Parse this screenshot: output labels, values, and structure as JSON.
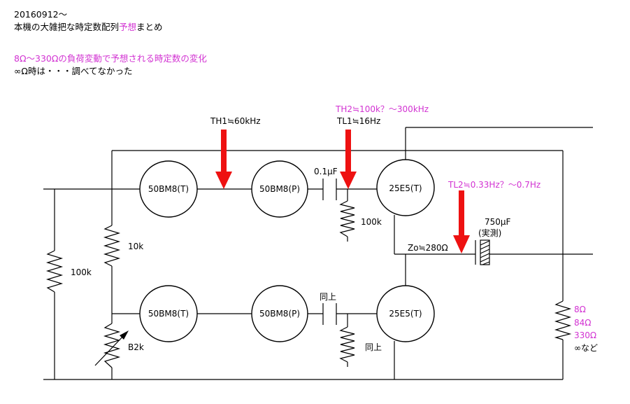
{
  "header": {
    "date": "20160912～",
    "title_prefix": "本機の大雑把な時定数配列",
    "title_highlight": "予想",
    "title_suffix": "まとめ",
    "load_change_note": "8Ω～330Ωの負荷変動で予想される時定数の変化",
    "infinite_note": "∞Ω時は・・・調べてなかった"
  },
  "tubes": {
    "v1": "50BM8(T)",
    "v2": "50BM8(P)",
    "v3": "25E5(T)",
    "v4": "50BM8(T)",
    "v5": "50BM8(P)",
    "v6": "25E5(T)"
  },
  "components": {
    "r_input": "100k",
    "r_bias": "10k",
    "vr": "B2k",
    "c_top": "0.1μF",
    "r_grid": "100k",
    "c_bottom": "同上",
    "r_grid_bottom": "同上",
    "c_output": "750μF",
    "c_output_note": "(実測)",
    "zo": "Zo≒280Ω"
  },
  "load": {
    "values": [
      "8Ω",
      "84Ω",
      "330Ω"
    ],
    "infinite": "∞など"
  },
  "annotations": {
    "th1": "TH1≒60kHz",
    "th2": "TH2≒100k？～300kHz",
    "tl1": "TL1≒16Hz",
    "tl2": "TL2≒0.33Hz？～0.7Hz"
  },
  "colors": {
    "highlight": "#d232d2",
    "arrow": "#ee1111"
  }
}
